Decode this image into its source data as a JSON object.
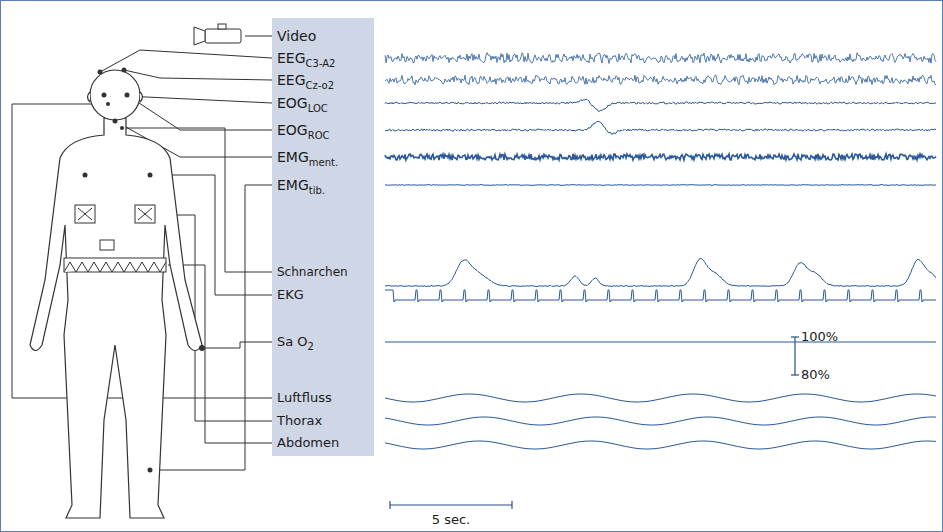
{
  "diagram": {
    "labels": [
      "Video",
      "EEG",
      "C3-A2",
      "EEG",
      "Cz-o2",
      "EOG",
      "LOC",
      "EOG",
      "ROC",
      "EMG",
      "ment.",
      "EMG",
      "tib.",
      "Schnarchen",
      "EKG",
      "Sa O",
      "2",
      "Luftfluss",
      "Thorax",
      "Abdomen",
      "100%",
      "80%",
      "5 sec."
    ]
  }
}
